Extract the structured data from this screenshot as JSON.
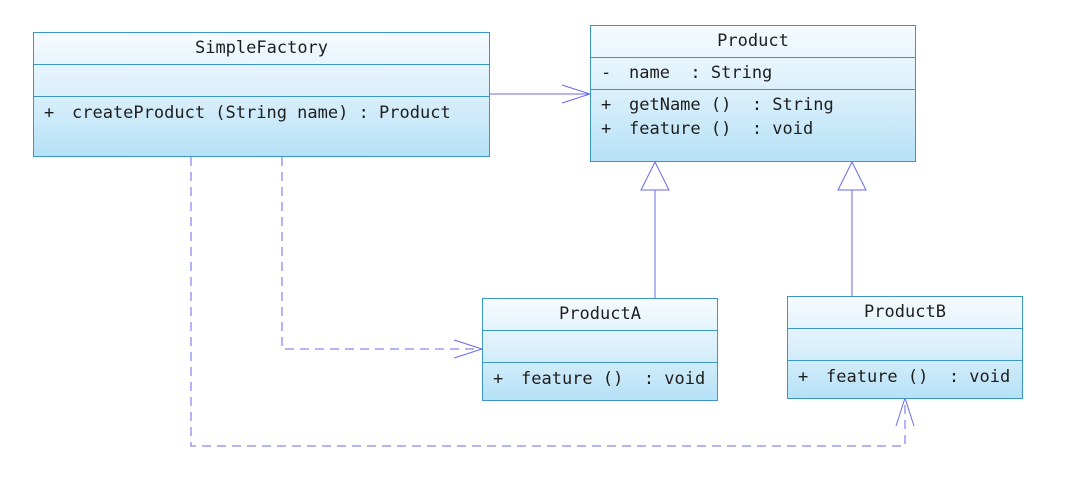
{
  "classes": {
    "simple_factory": {
      "name": "SimpleFactory",
      "attributes": [],
      "operations": [
        {
          "visibility": "+",
          "text": "createProduct (String name) : Product"
        }
      ]
    },
    "product": {
      "name": "Product",
      "attributes": [
        {
          "visibility": "-",
          "text": "name  : String"
        }
      ],
      "operations": [
        {
          "visibility": "+",
          "text": "getName ()  : String"
        },
        {
          "visibility": "+",
          "text": "feature ()  : void"
        }
      ]
    },
    "product_a": {
      "name": "ProductA",
      "attributes": [],
      "operations": [
        {
          "visibility": "+",
          "text": "feature ()  : void"
        }
      ]
    },
    "product_b": {
      "name": "ProductB",
      "attributes": [],
      "operations": [
        {
          "visibility": "+",
          "text": "feature ()  : void"
        }
      ]
    }
  },
  "relations": [
    {
      "kind": "association",
      "from": "SimpleFactory",
      "to": "Product"
    },
    {
      "kind": "generalization",
      "from": "ProductA",
      "to": "Product"
    },
    {
      "kind": "generalization",
      "from": "ProductB",
      "to": "Product"
    },
    {
      "kind": "dependency",
      "from": "SimpleFactory",
      "to": "ProductA"
    },
    {
      "kind": "dependency",
      "from": "SimpleFactory",
      "to": "ProductB"
    }
  ],
  "colors": {
    "border": "#3c96c4",
    "connector": "#6a6ae8",
    "fill_top": "#f6fbfe",
    "fill_bottom": "#b6e1f6"
  }
}
